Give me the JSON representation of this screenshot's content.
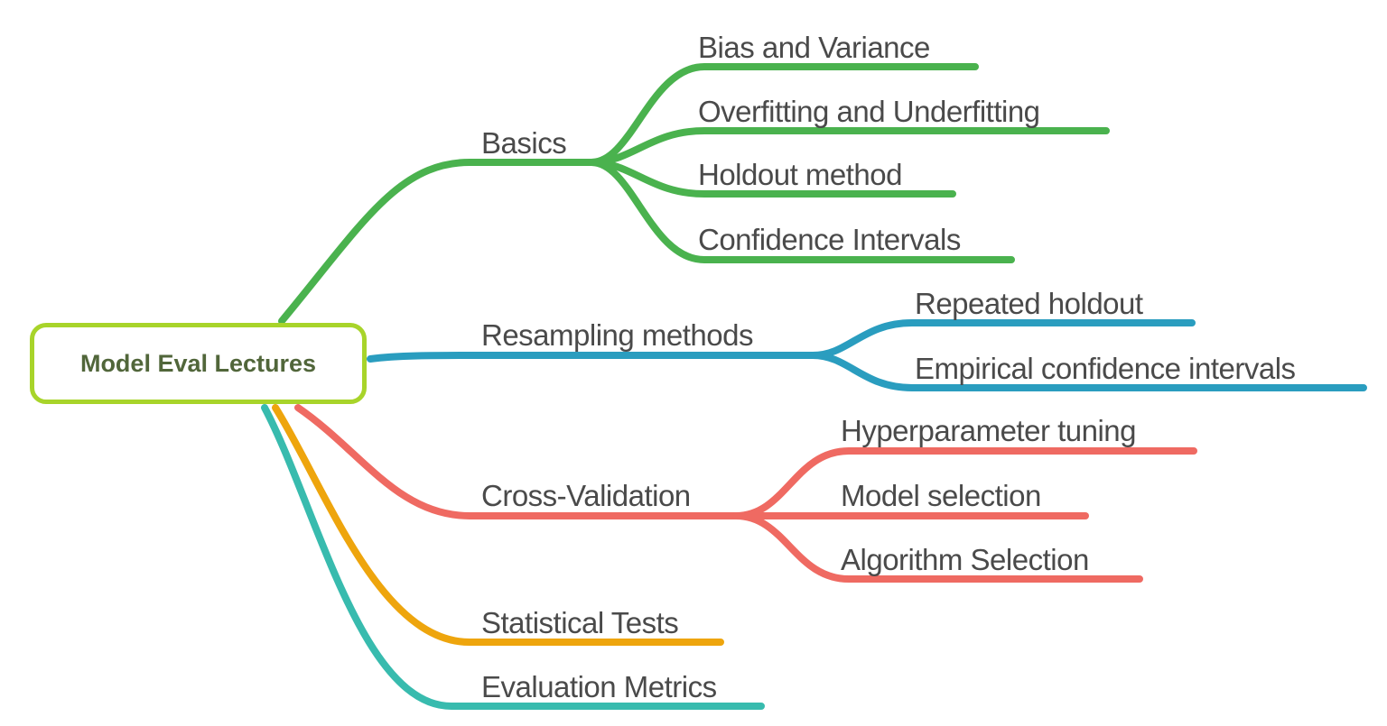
{
  "mindmap": {
    "root": {
      "label": "Model Eval Lectures",
      "border_color": "#a8d42a",
      "text_color": "#51663a"
    },
    "branches": [
      {
        "label": "Basics",
        "color": "#4ab24e",
        "children": [
          {
            "label": "Bias and Variance"
          },
          {
            "label": "Overfitting and Underfitting"
          },
          {
            "label": "Holdout method"
          },
          {
            "label": "Confidence Intervals"
          }
        ]
      },
      {
        "label": "Resampling methods",
        "color": "#2a9dbf",
        "children": [
          {
            "label": "Repeated holdout"
          },
          {
            "label": "Empirical confidence intervals"
          }
        ]
      },
      {
        "label": "Cross-Validation",
        "color": "#ef6a62",
        "children": [
          {
            "label": "Hyperparameter tuning"
          },
          {
            "label": "Model selection"
          },
          {
            "label": "Algorithm Selection"
          }
        ]
      },
      {
        "label": "Statistical Tests",
        "color": "#eea50d",
        "children": []
      },
      {
        "label": "Evaluation Metrics",
        "color": "#38bbae",
        "children": []
      }
    ]
  }
}
